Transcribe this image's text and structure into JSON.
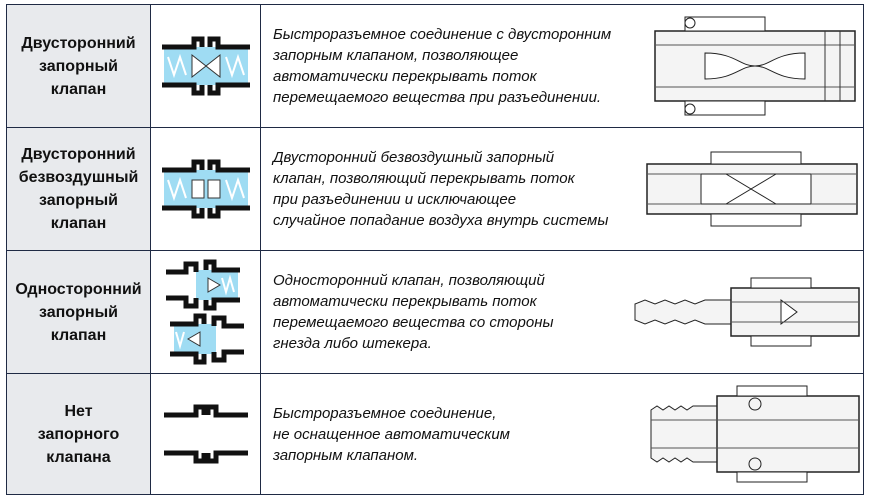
{
  "rows": [
    {
      "name_lines": [
        "Двусторонний",
        "запорный",
        "клапан"
      ],
      "desc_lines": [
        "Быстроразъемное соединение с двусторонним",
        "запорным клапаном, позволяющее",
        "автоматически перекрывать поток",
        "перемещаемого вещества при разъединении."
      ]
    },
    {
      "name_lines": [
        "Двусторонний",
        "безвоздушный",
        "запорный",
        "клапан"
      ],
      "desc_lines": [
        "Двусторонний безвоздушный запорный",
        "клапан, позволяющий перекрывать поток",
        "при разъединении и исключающее",
        "случайное попадание воздуха внутрь системы"
      ]
    },
    {
      "name_lines": [
        "Односторонний",
        "запорный",
        "клапан"
      ],
      "desc_lines": [
        "Односторонний клапан, позволяющий",
        "автоматически перекрывать поток",
        "перемещаемого вещества со стороны",
        "гнезда либо штекера."
      ]
    },
    {
      "name_lines": [
        "Нет",
        "запорного",
        "клапана"
      ],
      "desc_lines": [
        "Быстроразъемное соединение,",
        "не оснащенное автоматическим",
        "запорным клапаном."
      ]
    }
  ],
  "colors": {
    "name_bg": "#e8eaed",
    "border": "#1f2a44",
    "symbol_fill": "#9fdcf3"
  }
}
